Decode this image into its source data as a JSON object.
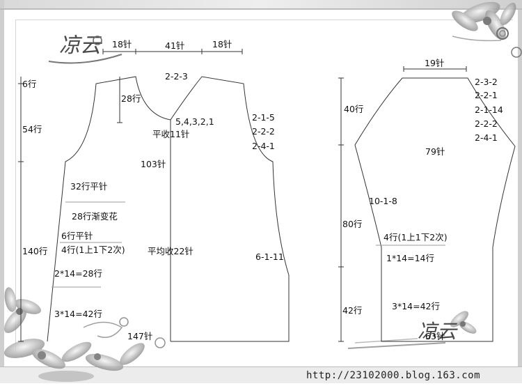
{
  "logo_text": "凉云",
  "footer": {
    "url": "http://23102000.blog.163.com"
  },
  "body_piece": {
    "top_stitches": {
      "left": "18针",
      "center": "41针",
      "right": "18针"
    },
    "left_rows": {
      "r1": "6行",
      "r2": "54行",
      "r3": "140行"
    },
    "armhole_rows": "28行",
    "neck_decrease": "2-2-3",
    "neck_sequence": "5,4,3,2,1",
    "bind_off": "平收11针",
    "width_stitches": "103针",
    "shoulder_seq": [
      "2-1-5",
      "2-2-2",
      "2-4-1"
    ],
    "pattern_flat": "32行平针",
    "pattern_gradient": "28行渐变花",
    "pattern_flat6": "6行平针",
    "pattern_4rows": "4行(1上1下2次)",
    "dec_mid": "平均收22针",
    "side_seq": "6-1-11",
    "formula_1": "2*14=28行",
    "formula_2": "3*14=42行",
    "bottom_stitches": "147针"
  },
  "sleeve_piece": {
    "top_stitches": "19针",
    "left_rows": {
      "r1": "40行",
      "r2": "80行",
      "r3": "42行"
    },
    "cap_seq": [
      "2-3-2",
      "2-2-1",
      "2-1-14",
      "2-2-2",
      "2-4-1"
    ],
    "width_stitches": "79针",
    "side_seq": "10-1-8",
    "pattern_4rows": "4行(1上1下2次)",
    "formula_1": "1*14=14行",
    "formula_2": "3*14=42行",
    "bottom_stitches": "63针"
  }
}
